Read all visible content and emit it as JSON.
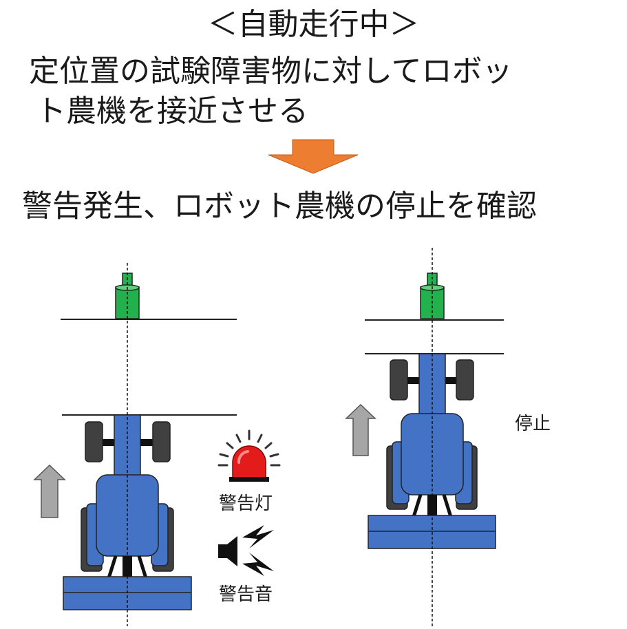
{
  "header": {
    "title": "＜自動走行中＞",
    "line1": "定位置の試験障害物に対してロボッ",
    "line2": "ト農機を接近させる"
  },
  "result": "警告発生、ロボット農機の停止を確認",
  "labels": {
    "warning_lamp": "警告灯",
    "warning_sound": "警告音",
    "stop": "停止"
  },
  "colors": {
    "tractor_blue": "#4472c4",
    "tire_dark": "#404040",
    "obstacle_green": "#22b14c",
    "arrow_orange": "#ed7d31",
    "arrow_gray": "#a6a6a6",
    "lamp_red": "#e31b1b"
  }
}
